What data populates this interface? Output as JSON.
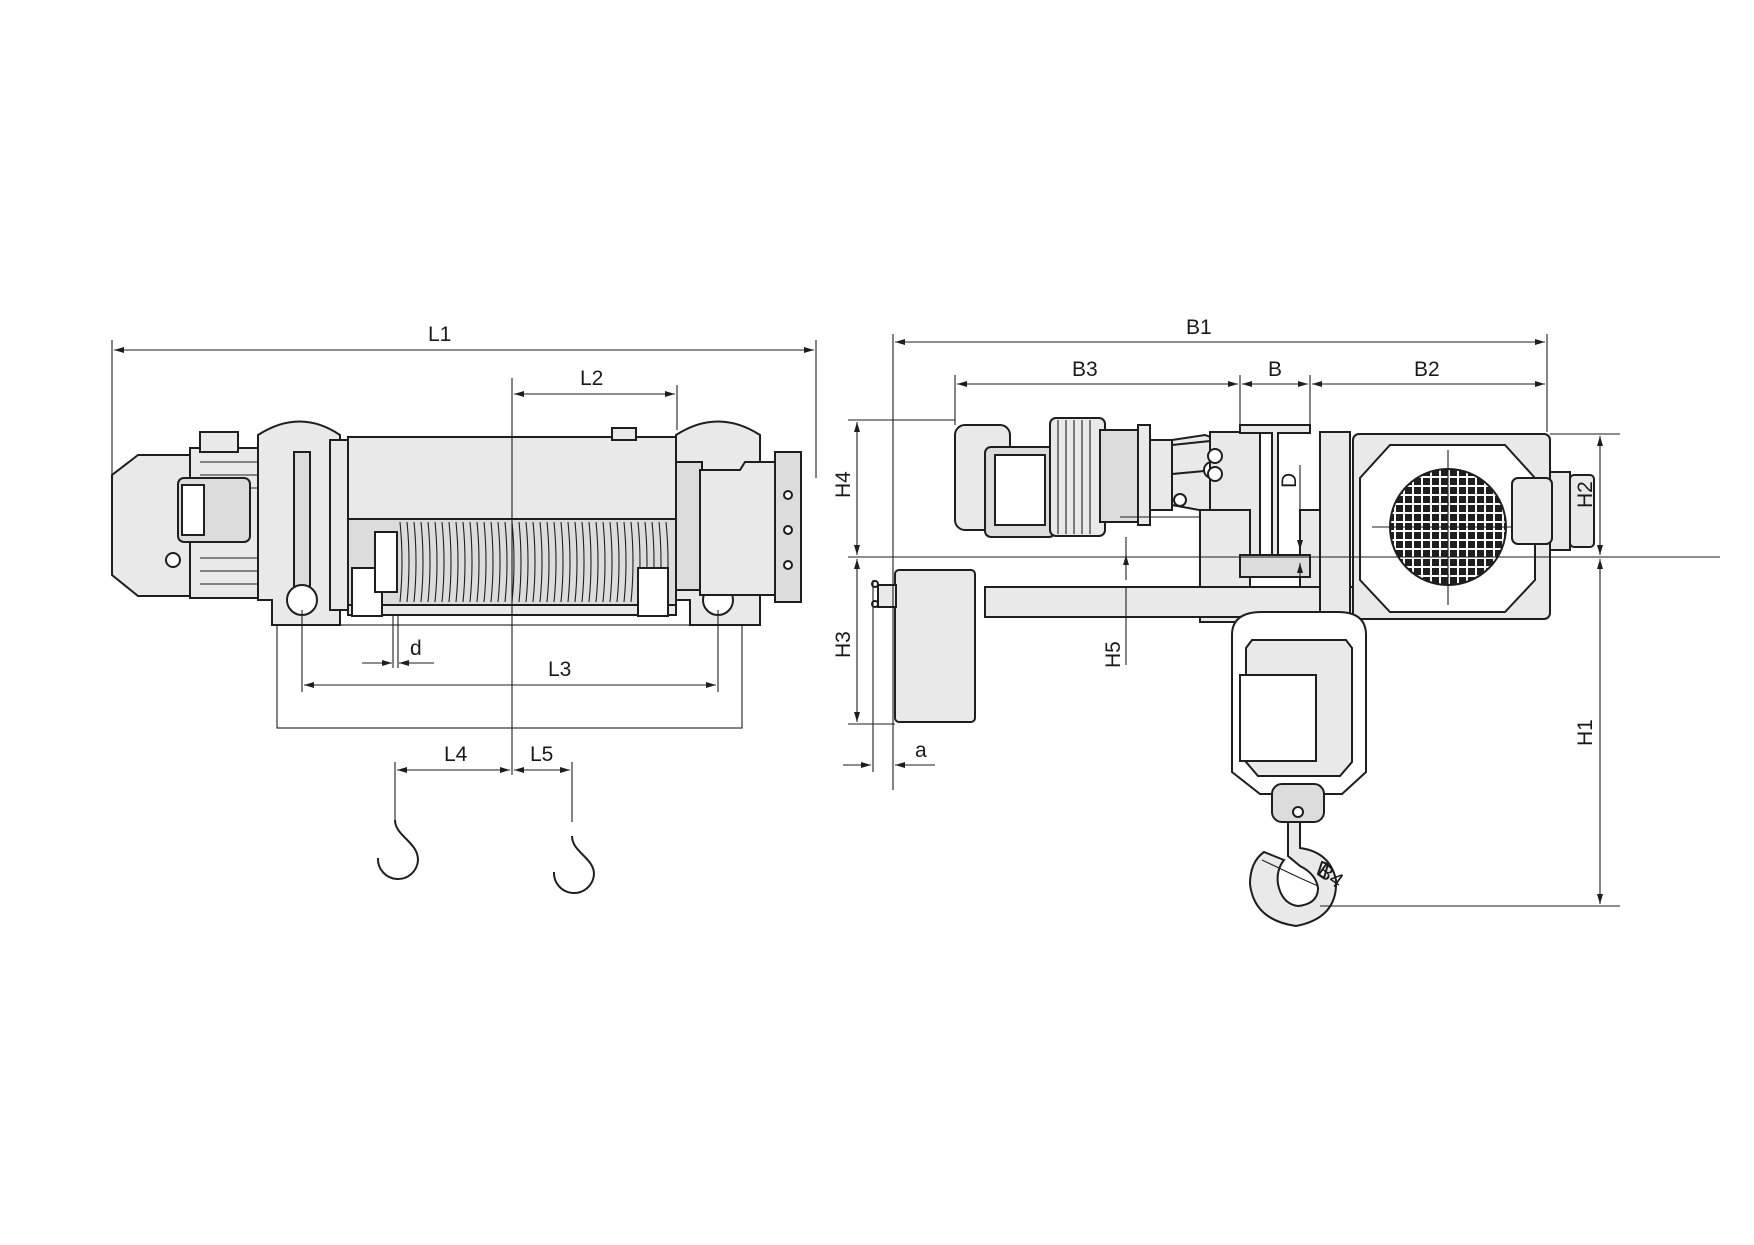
{
  "diagram": {
    "side_view": {
      "labels": {
        "L1": "L1",
        "L2": "L2",
        "L3": "L3",
        "L4": "L4",
        "L5": "L5",
        "d": "d"
      }
    },
    "end_view": {
      "labels": {
        "B1": "B1",
        "B": "B",
        "B2": "B2",
        "B3": "B3",
        "B4": "B4",
        "D": "D",
        "H1": "H1",
        "H2": "H2",
        "H3": "H3",
        "H4": "H4",
        "H5": "H5",
        "a": "a"
      }
    }
  }
}
